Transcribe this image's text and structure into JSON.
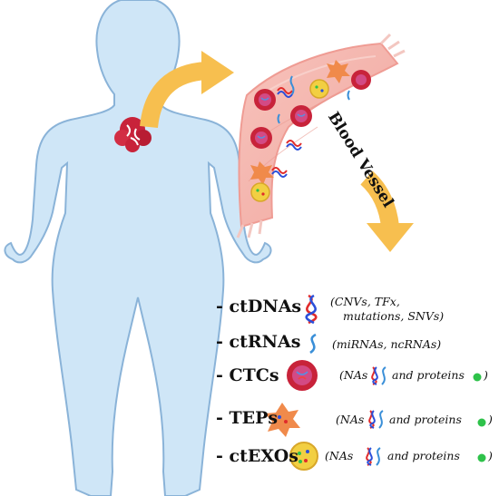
{
  "vessel_label": "Blood Vessel",
  "list": [
    {
      "term": "- ctDNAs",
      "desc_line1": "(CNVs, TFx,",
      "desc_line2": "mutations, SNVs)"
    },
    {
      "term": "- ctRNAs",
      "desc_line1": "(miRNAs, ncRNAs)"
    },
    {
      "term": "- CTCs",
      "desc_pre": "(NAs",
      "desc_post": "and proteins",
      "desc_end": ")"
    },
    {
      "term": "- TEPs",
      "desc_pre": "(NAs",
      "desc_post": "and proteins",
      "desc_end": ")"
    },
    {
      "term": "- ctEXOs",
      "desc_pre": "(NAs",
      "desc_post": "and proteins",
      "desc_end": ")"
    }
  ],
  "colors": {
    "body_fill": "#cfe6f7",
    "body_stroke": "#8ab3d8",
    "vessel_fill": "#f4b7b0",
    "vessel_wall": "#f7cdc6",
    "arrow": "#f7bf4f",
    "dna_red": "#e02b2b",
    "dna_blue": "#2b4fd9",
    "rna": "#3a8fd8",
    "ctc": "#c8233a",
    "tep": "#f08a4b",
    "exo": "#f2cf42",
    "protein": "#2ec24a"
  }
}
